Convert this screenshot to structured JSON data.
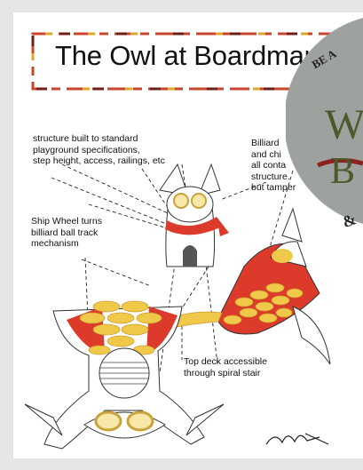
{
  "title": "The Owl at Boardman",
  "annotations": {
    "structure_note": [
      "structure built to standard",
      "playground specifications,",
      "step height, access, railings, etc"
    ],
    "billiard_note": [
      "Billiard",
      "and chi",
      "all conta",
      "structure.",
      "but tamper"
    ],
    "ship_wheel_note": [
      "Ship Wheel turns",
      "billiard ball track",
      "mechanism"
    ],
    "top_deck_note": [
      "Top deck accessible",
      "through spiral stair"
    ]
  },
  "seal": {
    "arc_text": "BE A",
    "letters": [
      "W",
      "B"
    ],
    "ampersand": "&"
  },
  "colors": {
    "background": "#e6e6e6",
    "paper": "#ffffff",
    "dash_red": "#c8452e",
    "dash_gold": "#e3a52c",
    "dash_dark": "#6e1f19",
    "seal_gray": "#9ea29e",
    "seal_green": "#4a5a2c",
    "seal_red": "#8a2420",
    "owl_red": "#dc3b2c",
    "owl_yellow": "#f0c84a"
  }
}
